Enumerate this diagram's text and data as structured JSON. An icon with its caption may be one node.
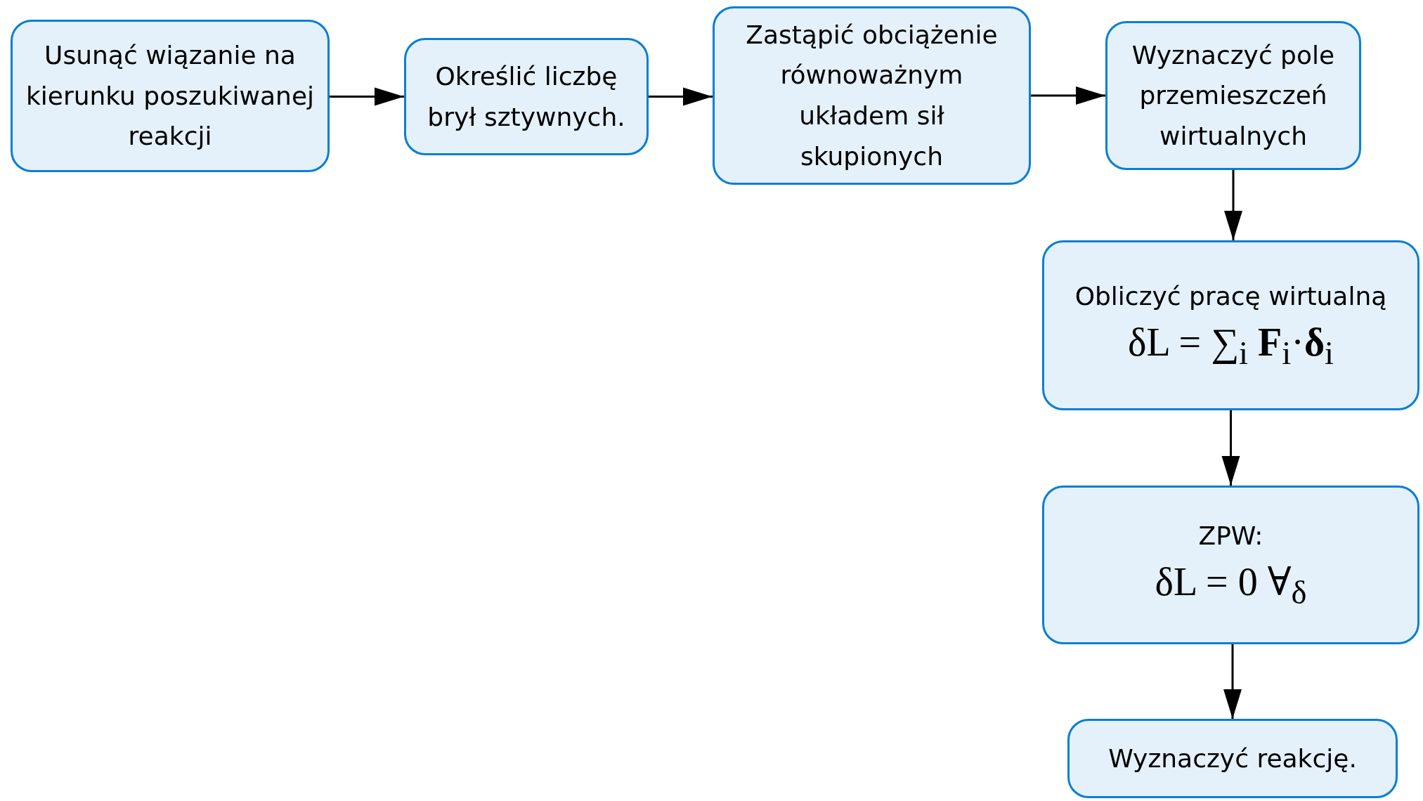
{
  "diagram": {
    "nodes": [
      {
        "text": [
          "Usunąć wiązanie na kierunku poszukiwanej reakcji"
        ]
      },
      {
        "text": [
          "Określić liczbę brył sztywnych."
        ]
      },
      {
        "text": [
          "Zastąpić obciążenie równoważnym układem sił skupionych"
        ]
      },
      {
        "text": [
          "Wyznaczyć pole przemieszczeń wirtualnych"
        ]
      },
      {
        "text": [
          "Obliczyć pracę wirtualną",
          "δL = ∑$_{i}$ **F**$_{i}$·**δ**$_{i}$"
        ]
      },
      {
        "text": [
          "ZPW:",
          "δL = 0 ∀$_{δ}$"
        ]
      },
      {
        "text": [
          "Wyznaczyć reakcję."
        ]
      }
    ],
    "edges": [
      {
        "from": 0,
        "to": 1,
        "arrow": "to"
      },
      {
        "from": 1,
        "to": 2,
        "arrow": "to"
      },
      {
        "from": 2,
        "to": 3,
        "arrow": "to"
      },
      {
        "from": 3,
        "to": 4,
        "arrow": "to"
      },
      {
        "from": 4,
        "to": 5,
        "arrow": "to"
      },
      {
        "from": 5,
        "to": 6,
        "arrow": "to"
      }
    ]
  }
}
